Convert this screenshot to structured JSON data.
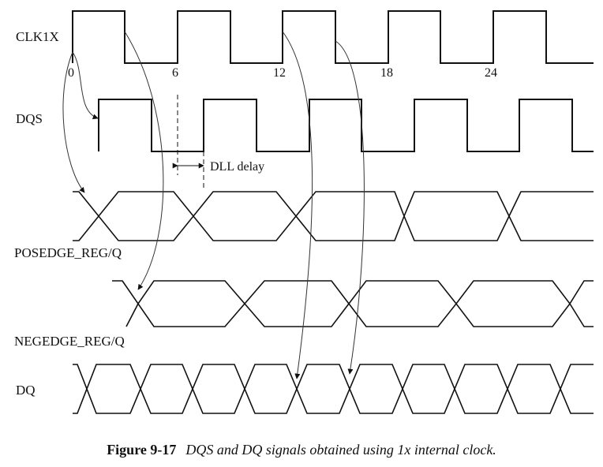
{
  "signals": {
    "clk": "CLK1X",
    "dqs": "DQS",
    "pos": "POSEDGE_REG/Q",
    "neg": "NEGEDGE_REG/Q",
    "dq": "DQ"
  },
  "ticks": [
    "0",
    "6",
    "12",
    "18",
    "24"
  ],
  "annotation": {
    "dll_delay": "DLL delay"
  },
  "caption": {
    "figure_number": "Figure 9-17",
    "text": "DQS and DQ signals obtained using 1x internal clock."
  },
  "colors": {
    "line": "#111111",
    "background": "#ffffff"
  }
}
